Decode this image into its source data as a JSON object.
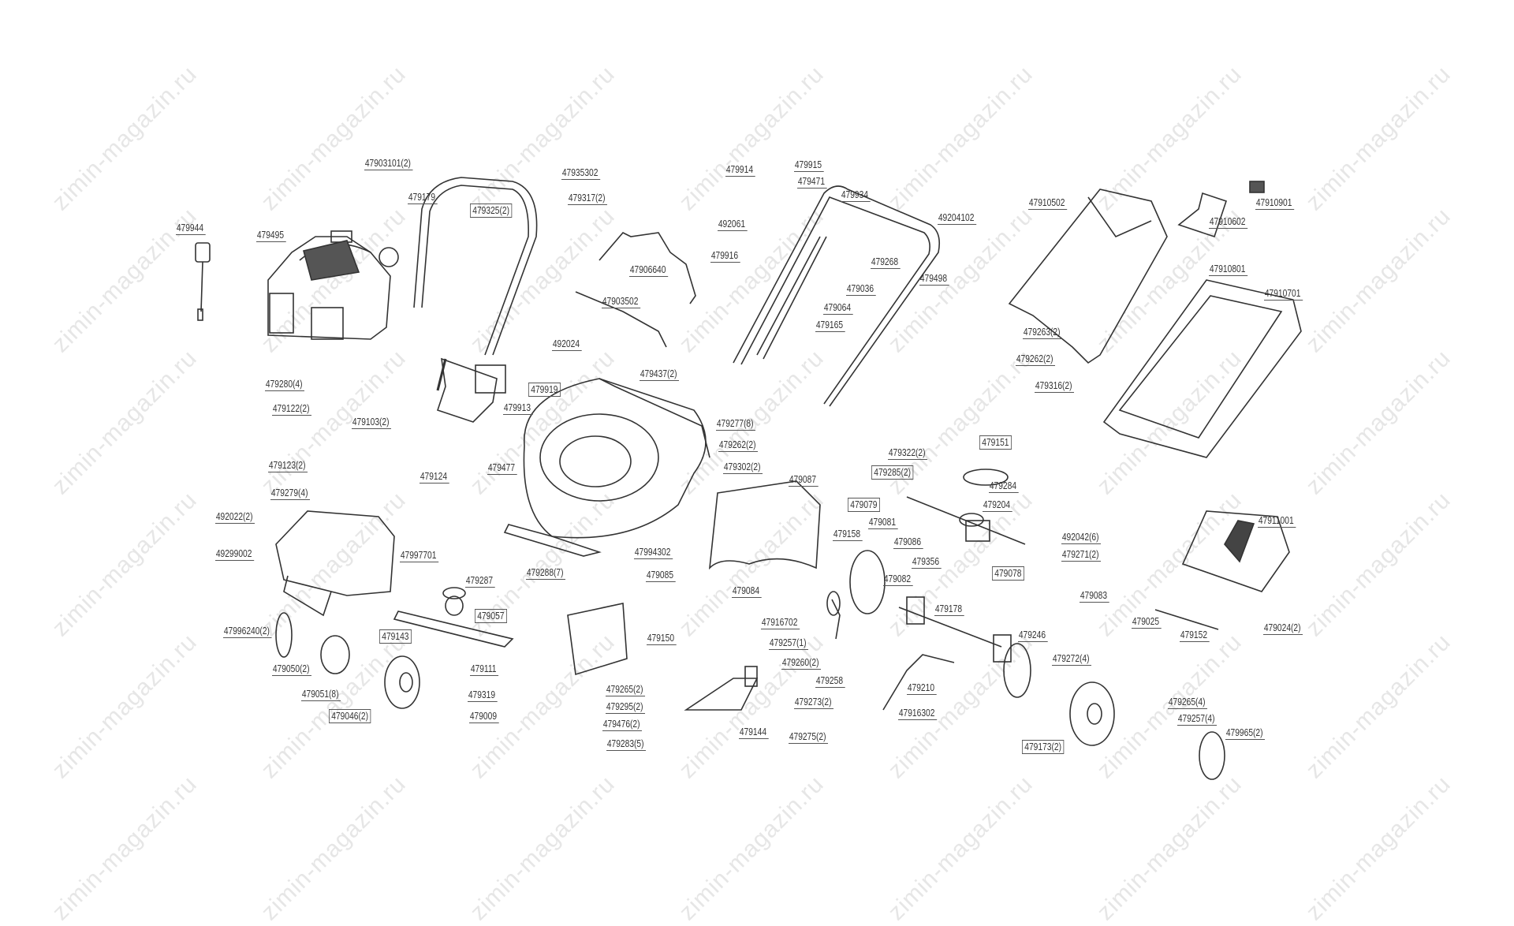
{
  "watermark": "zimin-magazin.ru",
  "parts": [
    "47903101(2)",
    "479179",
    "479325(2)",
    "47935302",
    "479317(2)",
    "479944",
    "479495",
    "47906640",
    "47903502",
    "492024",
    "479919",
    "479913",
    "479437(2)",
    "479280(4)",
    "479122(2)",
    "479103(2)",
    "479123(2)",
    "479124",
    "479279(4)",
    "479477",
    "492022(2)",
    "49299002",
    "47997701",
    "479287",
    "479057",
    "479143",
    "47996240(2)",
    "479050(2)",
    "479111",
    "479051(8)",
    "479319",
    "479046(2)",
    "479009",
    "47994302",
    "479288(7)",
    "479085",
    "479150",
    "479265(2)",
    "479295(2)",
    "479476(2)",
    "479283(5)",
    "479277(8)",
    "479262(2)",
    "479302(2)",
    "479914",
    "479915",
    "479471",
    "492061",
    "479916",
    "479934",
    "49204102",
    "479268",
    "479036",
    "479498",
    "479064",
    "479165",
    "47910502",
    "47910602",
    "47910901",
    "47910801",
    "47910701",
    "479263(2)",
    "479262(2)",
    "479316(2)",
    "479151",
    "479322(2)",
    "479285(2)",
    "479284",
    "479079",
    "479204",
    "479081",
    "479087",
    "479158",
    "479086",
    "492042(6)",
    "479356",
    "479271(2)",
    "479078",
    "479082",
    "479083",
    "479084",
    "479178",
    "47916702",
    "479257(1)",
    "479260(2)",
    "479258",
    "479246",
    "479272(4)",
    "479210",
    "47916302",
    "479273(2)",
    "479275(2)",
    "479144",
    "479173(2)",
    "47911001",
    "479025",
    "479152",
    "479024(2)",
    "479265(4)",
    "479257(4)",
    "479965(2)"
  ]
}
